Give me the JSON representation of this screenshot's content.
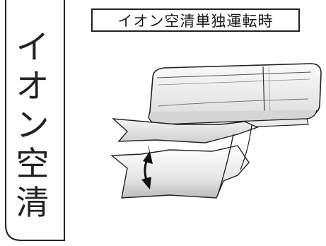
{
  "side_tab": {
    "chars": [
      "イ",
      "オ",
      "ン",
      "空",
      "清"
    ]
  },
  "caption": {
    "label": "イオン空清単独運転時"
  },
  "illustration": {
    "subject": "air-conditioner",
    "arrow": "up-down-arrow-icon"
  }
}
